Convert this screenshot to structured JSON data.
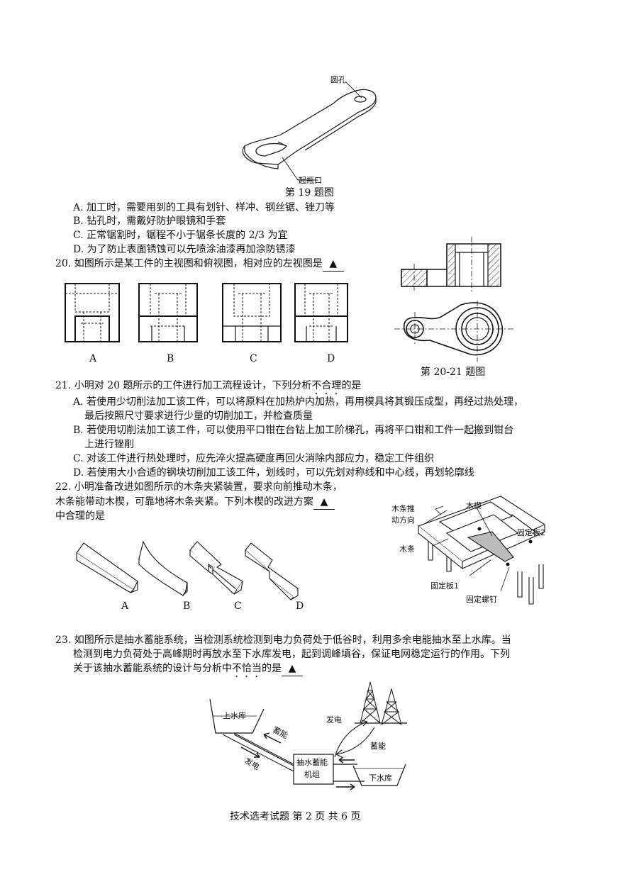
{
  "q19": {
    "fig_label_hole": "圆孔",
    "fig_label_opener": "起瓶口",
    "caption": "第 19 题图",
    "options": [
      "A. 加工时，需要用到的工具有划针、样冲、钢丝锯、锉刀等",
      "B. 钻孔时，需戴好防护眼镜和手套",
      "C. 正常锯割时，锯程不小于锯条长度的  2/3  为宜",
      "D. 为了防止表面锈蚀可以先喷涂油漆再加涂防锈漆"
    ]
  },
  "q20": {
    "stem": "20. 如图所示是某工件的主视图和俯视图，相对应的左视图是",
    "answer_mark": "▲",
    "option_labels": [
      "A",
      "B",
      "C",
      "D"
    ],
    "caption": "第 20-21 题图"
  },
  "q21": {
    "stem_pre": "21. 小明对 20 题所示的工件进行加工流程设计，下列分析",
    "stem_emph": "不合理",
    "stem_post": "的是",
    "options": [
      "A. 若使用少切削法加工该工件，可以将原料在加热炉内加热，再用模具将其锻压成型，再经过热处理，",
      "最后按照尺寸要求进行少量的切削加工，并检查质量",
      "B. 若使用切削法加工该工件，可以使用平口钳在台钻上加工阶梯孔，再将平口钳和工件一起搬到钳台",
      "上进行锉削",
      "C. 对该工件进行热处理时，应先淬火提高硬度再回火消除内部应力，稳定工件组织",
      "D. 若使用大小合适的钢块切削加工该工件，划线时，可以先划对称线和中心线，再划轮廓线"
    ]
  },
  "q22": {
    "line1": "22.  小明准备改进如图所示的木条夹紧装置，要求向前推动木条，",
    "line2": "木条能带动木楔，可靠地将木条夹紧。下列木楔的改进方案",
    "answer_mark": "▲",
    "line3": "中合理的是",
    "option_labels": [
      "A",
      "B",
      "C",
      "D"
    ],
    "fig_labels": {
      "push_dir_1": "木条推",
      "push_dir_2": "动方向",
      "wedge": "木楔",
      "plate2": "固定板2",
      "strip": "木条",
      "plate1": "固定板1",
      "screw": "固定螺钉"
    }
  },
  "q23": {
    "line1": "23. 如图所示是抽水蓄能系统，当检测系统检测到电力负荷处于低谷时，利用多余电能抽水至上水库。当",
    "line2": "检测到电力负荷处于高峰期时再放水至下水库发电，起到调峰填谷，保证电网稳定运行的作用。下列",
    "line3_pre": "关于该抽水蓄能系统的设计与分析中",
    "line3_emph": "不恰当",
    "line3_post": "的是",
    "answer_mark": "▲",
    "fig_labels": {
      "upper": "上水库",
      "store1": "蓄能",
      "gen1": "发电",
      "gen2": "发电",
      "store2": "蓄能",
      "unit1": "抽水蓄能",
      "unit2": "机组",
      "lower": "下水库"
    }
  },
  "footer": "技术选考试题   第  2  页  共  6  页"
}
